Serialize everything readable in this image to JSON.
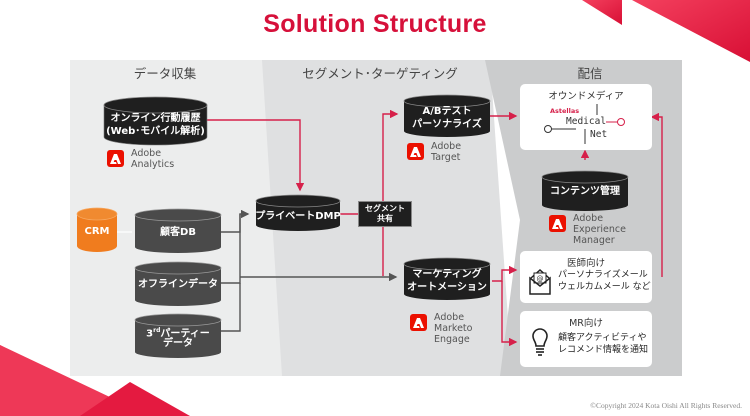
{
  "title": "Solution Structure",
  "colors": {
    "accent": "#d6103a",
    "cylinder_dark": "#1f1f1f",
    "cylinder_gray": "#4a4a4a",
    "crm_orange": "#f07c1e",
    "adobe_red": "#eb1000"
  },
  "columns": {
    "collect": "データ収集",
    "segment": "セグメント･ターゲティング",
    "deliver": "配信"
  },
  "nodes": {
    "online": {
      "line1": "オンライン行動履歴",
      "line2": "(Web･モバイル解析)"
    },
    "crm": "CRM",
    "customer_db": "顧客DB",
    "offline": "オフラインデータ",
    "third_party": {
      "pre": "3",
      "sup": "rd",
      "post": "パーティー",
      "line2": "データ"
    },
    "dmp": "プライベートDMP",
    "segment_share": {
      "line1": "セグメント",
      "line2": "共有"
    },
    "ab_test": {
      "line1": "A/Bテスト",
      "line2": "パーソナライズ"
    },
    "marketing": {
      "line1": "マーケティング",
      "line2": "オートメーション"
    },
    "contents": "コンテンツ管理"
  },
  "brands": {
    "analytics": {
      "line1": "Adobe",
      "line2": "Analytics"
    },
    "target": {
      "line1": "Adobe",
      "line2": "Target"
    },
    "marketo": {
      "line1": "Adobe",
      "line2": "Marketo",
      "line3": "Engage"
    },
    "aem": {
      "line1": "Adobe",
      "line2": "Experience",
      "line3": "Manager"
    }
  },
  "cards": {
    "owned_media": {
      "title": "オウンドメディア",
      "logo_small": "Astellas",
      "logo_line1": "Medical",
      "logo_line2": "Net"
    },
    "doctor": {
      "title": "医師向け",
      "line1": "パーソナライズメール",
      "line2": "ウェルカムメール など"
    },
    "mr": {
      "title": "MR向け",
      "line1": "顧客アクティビティや",
      "line2": "レコメンド情報を通知"
    }
  },
  "copyright": "©Copyright 2024 Kota Oishi All Rights Reserved."
}
